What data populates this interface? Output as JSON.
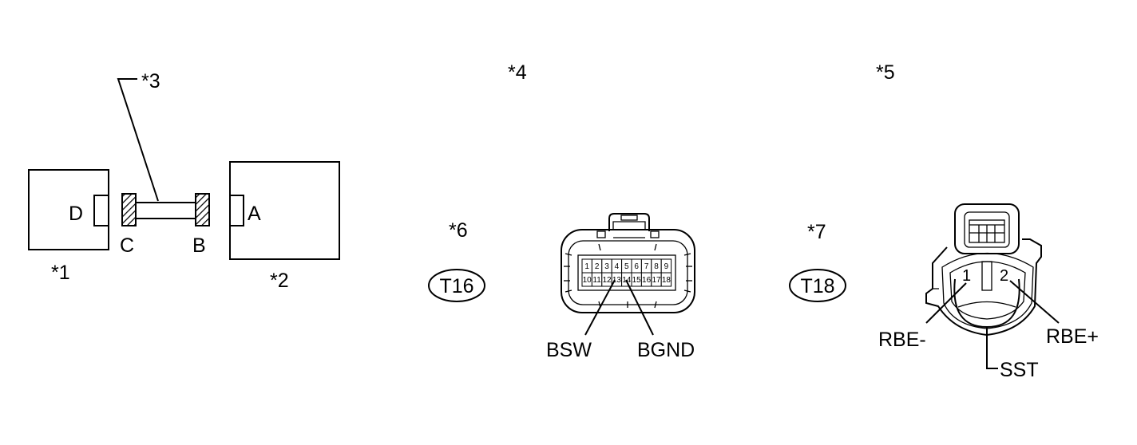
{
  "left_diagram": {
    "component_1": {
      "callout": "*1",
      "terminal": "D"
    },
    "component_2": {
      "callout": "*2",
      "terminal": "A"
    },
    "harness": {
      "callout": "*3",
      "end_c": "C",
      "end_b": "B"
    }
  },
  "middle_connector": {
    "callout_view": "*4",
    "callout_code": "*6",
    "code": "T16",
    "pins_row1": [
      "1",
      "2",
      "3",
      "4",
      "5",
      "6",
      "7",
      "8",
      "9"
    ],
    "pins_row2": [
      "10",
      "11",
      "12",
      "13",
      "14",
      "15",
      "16",
      "17",
      "18"
    ],
    "signal_left": "BSW",
    "signal_right": "BGND"
  },
  "right_connector": {
    "callout_view": "*5",
    "callout_code": "*7",
    "code": "T18",
    "pin_left": "1",
    "pin_right": "2",
    "signal_left": "RBE-",
    "signal_right": "RBE+",
    "signal_bottom": "SST"
  }
}
